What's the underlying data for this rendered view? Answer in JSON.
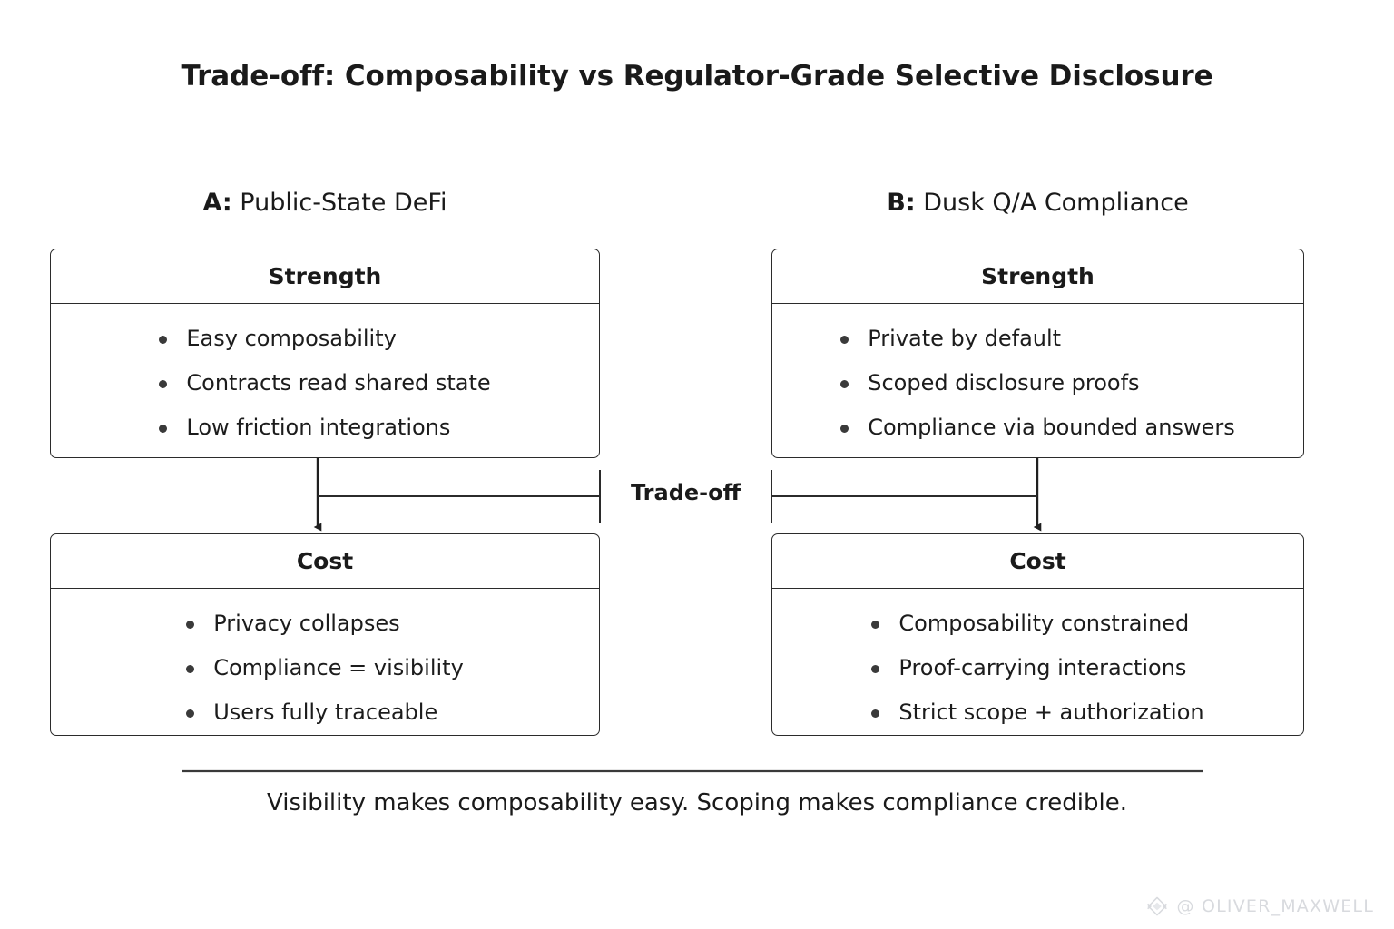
{
  "title": "Trade-off: Composability vs Regulator-Grade Selective Disclosure",
  "columns": {
    "a": {
      "tag": "A:",
      "name": " Public-State DeFi"
    },
    "b": {
      "tag": "B:",
      "name": " Dusk Q/A Compliance"
    }
  },
  "cards": {
    "a_strength": {
      "header": "Strength",
      "items": [
        "Easy composability",
        "Contracts read shared state",
        "Low friction integrations"
      ]
    },
    "a_cost": {
      "header": "Cost",
      "items": [
        "Privacy collapses",
        "Compliance = visibility",
        "Users fully traceable"
      ]
    },
    "b_strength": {
      "header": "Strength",
      "items": [
        "Private by default",
        "Scoped disclosure proofs",
        "Compliance via bounded answers"
      ]
    },
    "b_cost": {
      "header": "Cost",
      "items": [
        "Composability constrained",
        "Proof-carrying interactions",
        "Strict scope + authorization"
      ]
    }
  },
  "connector": {
    "label": "Trade-off"
  },
  "footer": {
    "text": "Visibility makes composability easy. Scoping makes compliance credible."
  },
  "watermark": {
    "logo": "diamond-gem-logo",
    "handle": "@ OLIVER_MAXWELL"
  },
  "colors": {
    "stroke": "#2b2b2b",
    "text": "#1a1a1a",
    "bullet": "#3a3a3a",
    "watermark": "#d8dade",
    "background": "#ffffff"
  }
}
